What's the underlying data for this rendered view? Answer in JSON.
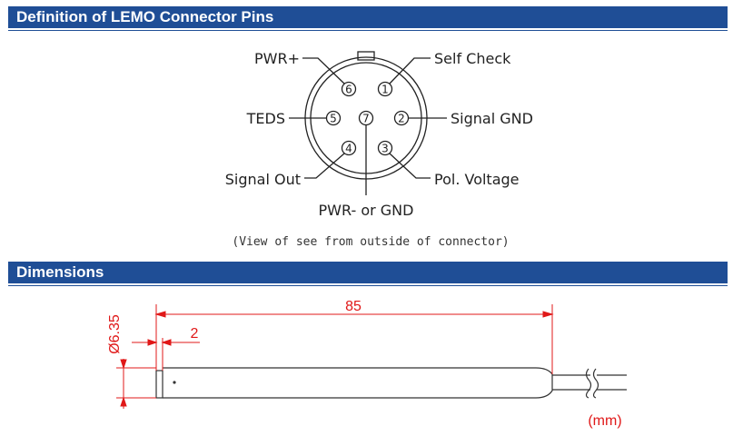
{
  "sections": {
    "pins_title": "Definition of LEMO Connector Pins",
    "dimensions_title": "Dimensions"
  },
  "connector": {
    "labels": {
      "pin6": "PWR+",
      "pin1": "Self Check",
      "pin5": "TEDS",
      "pin2": "Signal GND",
      "pin4": "Signal Out",
      "pin3": "Pol. Voltage",
      "pin7": "PWR- or GND"
    },
    "pins": {
      "p1": "1",
      "p2": "2",
      "p3": "3",
      "p4": "4",
      "p5": "5",
      "p6": "6",
      "p7": "7"
    },
    "view_note": "(View of see from outside of connector)"
  },
  "dimensions": {
    "length": "85",
    "tip": "2",
    "diameter": "Ø6.35",
    "unit": "(mm)",
    "dim_color": "#e01818"
  }
}
